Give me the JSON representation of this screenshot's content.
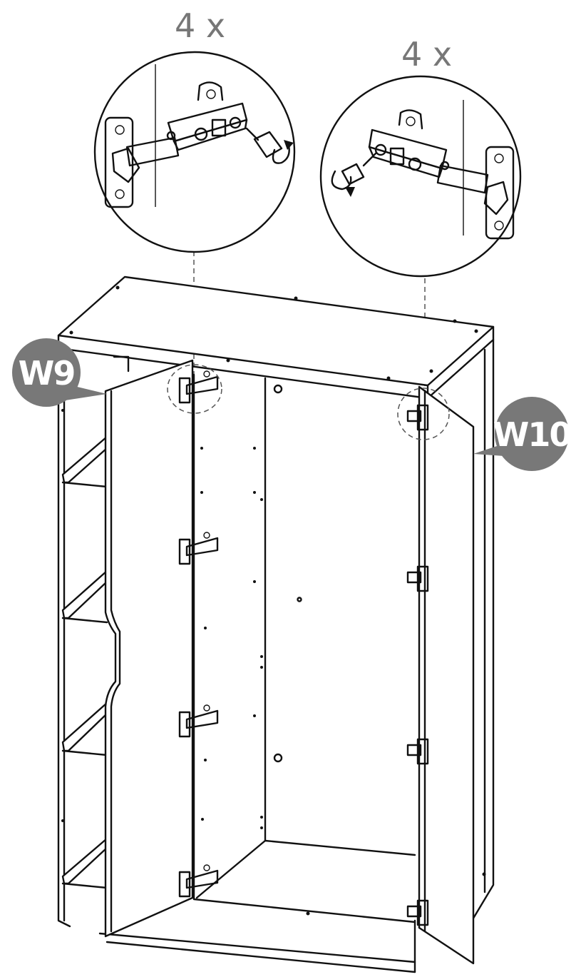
{
  "callouts": [
    {
      "quantity": "4 x"
    },
    {
      "quantity": "4 x"
    }
  ],
  "doors": [
    {
      "label": "W9"
    },
    {
      "label": "W10"
    }
  ],
  "colors": {
    "badge": "#787878",
    "quantity_text": "#777777",
    "line": "#111111"
  }
}
